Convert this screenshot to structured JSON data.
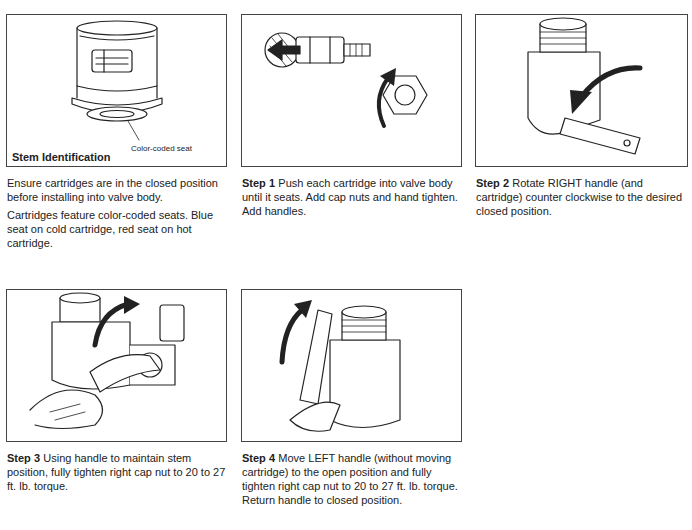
{
  "diagram": {
    "nodes": [
      {
        "text": [
          "Stem Identification",
          "Color-coded seat",
          "Ensure cartridges are in the closed position before installing into valve body.",
          "Cartridges feature color-coded seats. Blue seat on cold cartridge, red seat on hot cartridge."
        ]
      },
      {
        "text": [
          "Step 1",
          "Push each cartridge into valve body until it seats. Add cap nuts and hand tighten. Add handles."
        ]
      },
      {
        "text": [
          "Step 2",
          "Rotate RIGHT handle (and cartridge) counter clockwise to the desired closed position."
        ]
      },
      {
        "text": [
          "Step 3",
          "Using handle to maintain stem position, fully tighten right cap nut to 20 to 27 ft. lb. torque."
        ]
      },
      {
        "text": [
          "Step 4",
          "Move LEFT handle (without moving cartridge) to the open position and fully tighten right cap nut to 20 to 27 ft. lb. torque. Return handle to closed position."
        ]
      }
    ]
  }
}
